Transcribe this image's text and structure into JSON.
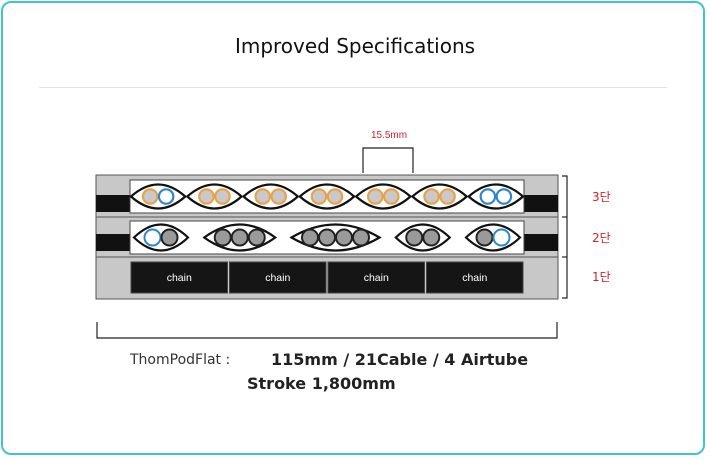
{
  "page": {
    "title": "Improved Specifications"
  },
  "diagram": {
    "width_label": "15.5mm",
    "tiers": [
      {
        "label": "3단",
        "content": "cables"
      },
      {
        "label": "2단",
        "content": "cables"
      },
      {
        "label": "1단",
        "content": "chain"
      }
    ],
    "chain_label": "chain",
    "chain_segments": 4,
    "tier3_cells": [
      [
        "orange",
        "blue"
      ],
      [
        "orange",
        "orange"
      ],
      [
        "orange",
        "orange"
      ],
      [
        "orange",
        "orange"
      ],
      [
        "orange",
        "orange"
      ],
      [
        "orange",
        "orange"
      ],
      [
        "blue",
        "blue"
      ]
    ],
    "tier2_groups": [
      [
        "blue",
        "gray"
      ],
      [
        "gray",
        "gray",
        "gray"
      ],
      [
        "gray",
        "gray",
        "gray",
        "gray"
      ],
      [
        "gray",
        "gray"
      ],
      [
        "gray",
        "blue"
      ]
    ]
  },
  "spec": {
    "label": "ThomPodFlat :",
    "value": "115mm / 21Cable / 4 Airtube",
    "stroke": "Stroke 1,800mm"
  },
  "colors": {
    "accent": "#3fc3d1",
    "orange": "#e9a14a",
    "blue": "#2f86c9",
    "gray": "#8f8f8f",
    "red": "#d0232a"
  }
}
